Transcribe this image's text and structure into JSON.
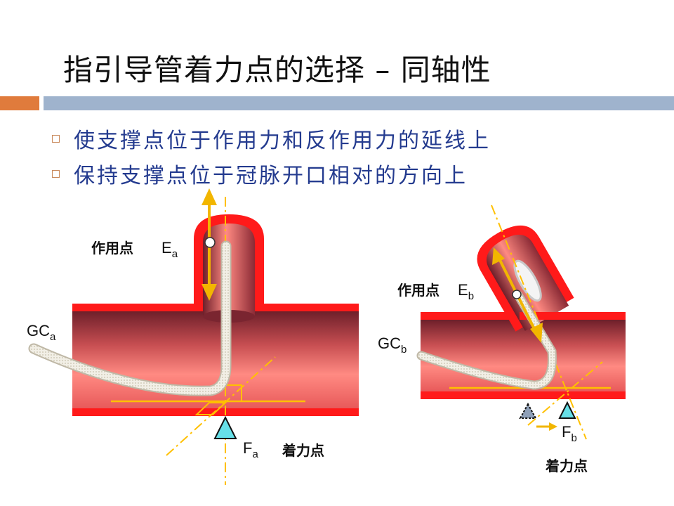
{
  "title": "指引导管着力点的选择 – 同轴性",
  "bullets": [
    "使支撑点位于作用力和反作用力的延线上",
    "保持支撑点位于冠脉开口相对的方向上"
  ],
  "left_diagram": {
    "action_point_label": "作用点",
    "action_point_symbol": "E",
    "action_point_sub": "a",
    "catheter_symbol": "GC",
    "catheter_sub": "a",
    "force_point_symbol": "F",
    "force_point_sub": "a",
    "force_point_label": "着力点"
  },
  "right_diagram": {
    "action_point_label": "作用点",
    "action_point_symbol": "E",
    "action_point_sub": "b",
    "catheter_symbol": "GC",
    "catheter_sub": "b",
    "force_point_symbol": "F",
    "force_point_sub": "b",
    "force_point_label": "着力点"
  },
  "colors": {
    "vessel_wall": "#ff1a1a",
    "guide_lines": "#ffc000",
    "arrow": "#f2b600",
    "fulcrum": "#66e0e8",
    "bullet_text": "#243b8f",
    "accent_orange": "#e07b3c",
    "accent_blue": "#9fb3cd"
  }
}
